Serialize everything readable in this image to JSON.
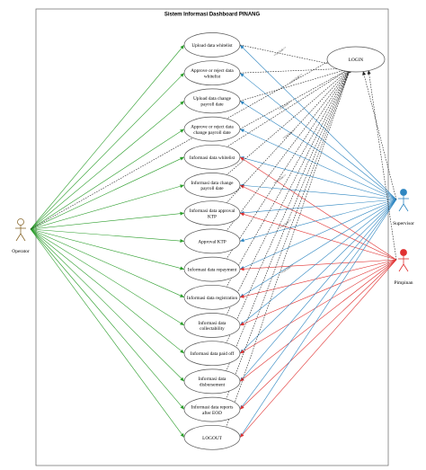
{
  "diagram": {
    "title": "Sistem Informasi Dashboard PINANG",
    "login_label": "LOGIN",
    "include_label": "<<include>>",
    "colors": {
      "operator": "#2a9d2a",
      "supervisor": "#2e86c1",
      "pimpinan": "#e03030",
      "stroke": "#555555"
    },
    "actors": {
      "operator": {
        "label": "Operator"
      },
      "supervisor": {
        "label": "Supervisor"
      },
      "pimpinan": {
        "label": "Pimpinan"
      }
    },
    "usecases": [
      {
        "lines": [
          "Upload data whitelist"
        ],
        "operator": true,
        "supervisor": true,
        "pimpinan": false
      },
      {
        "lines": [
          "Approve or reject data",
          "whitelist"
        ],
        "operator": true,
        "supervisor": true,
        "pimpinan": false
      },
      {
        "lines": [
          "Upload data change",
          "payroll date"
        ],
        "operator": true,
        "supervisor": true,
        "pimpinan": false
      },
      {
        "lines": [
          "Approve or reject data",
          "change payroll date"
        ],
        "operator": true,
        "supervisor": true,
        "pimpinan": false
      },
      {
        "lines": [
          "Informasi data whitelist"
        ],
        "operator": true,
        "supervisor": true,
        "pimpinan": true
      },
      {
        "lines": [
          "Informasi data change",
          "payroll date"
        ],
        "operator": true,
        "supervisor": true,
        "pimpinan": true
      },
      {
        "lines": [
          "Informasi data approval",
          "KTP"
        ],
        "operator": true,
        "supervisor": true,
        "pimpinan": true
      },
      {
        "lines": [
          "Approval KTP"
        ],
        "operator": true,
        "supervisor": true,
        "pimpinan": false
      },
      {
        "lines": [
          "Informasi data repayment"
        ],
        "operator": true,
        "supervisor": true,
        "pimpinan": true
      },
      {
        "lines": [
          "Informasi data registration"
        ],
        "operator": true,
        "supervisor": true,
        "pimpinan": true
      },
      {
        "lines": [
          "Informasi data",
          "collectability"
        ],
        "operator": true,
        "supervisor": true,
        "pimpinan": true
      },
      {
        "lines": [
          "Informasi data paid off"
        ],
        "operator": true,
        "supervisor": true,
        "pimpinan": true
      },
      {
        "lines": [
          "Informasi data",
          "disbursement"
        ],
        "operator": true,
        "supervisor": true,
        "pimpinan": true
      },
      {
        "lines": [
          "Informasi data reports",
          "after EOD"
        ],
        "operator": true,
        "supervisor": true,
        "pimpinan": true
      },
      {
        "lines": [
          "LOGOUT"
        ],
        "operator": true,
        "supervisor": true,
        "pimpinan": true
      }
    ]
  }
}
